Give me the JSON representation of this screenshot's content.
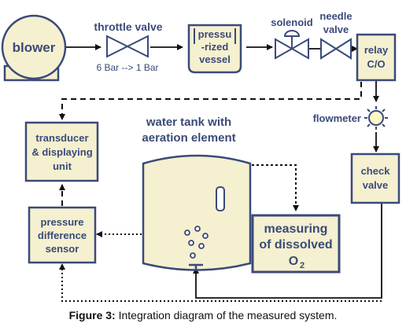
{
  "components": {
    "blower": "blower",
    "throttle_valve": "throttle valve",
    "pressure_change": "6 Bar --> 1 Bar",
    "vessel_line1": "pressu",
    "vessel_line2": "-rized",
    "vessel_line3": "vessel",
    "solenoid": "solenoid",
    "needle_line1": "needle",
    "needle_line2": "valve",
    "relay_line1": "relay",
    "relay_line2": "C/O",
    "flowmeter": "flowmeter",
    "check_line1": "check",
    "check_line2": "valve",
    "transducer_line1": "transducer",
    "transducer_line2": "& displaying",
    "transducer_line3": "unit",
    "sensor_line1": "pressure",
    "sensor_line2": "difference",
    "sensor_line3": "sensor",
    "tank_line1": "water tank with",
    "tank_line2": "aeration element",
    "measuring_line1": "measuring",
    "measuring_line2": "of dissolved",
    "measuring_line3": "O",
    "measuring_subscript": "2"
  },
  "caption": {
    "label": "Figure 3:",
    "text": " Integration diagram of the measured system."
  },
  "colors": {
    "ink": "#3a4a7a",
    "fill": "#f5f0cf",
    "line": "#111111"
  }
}
